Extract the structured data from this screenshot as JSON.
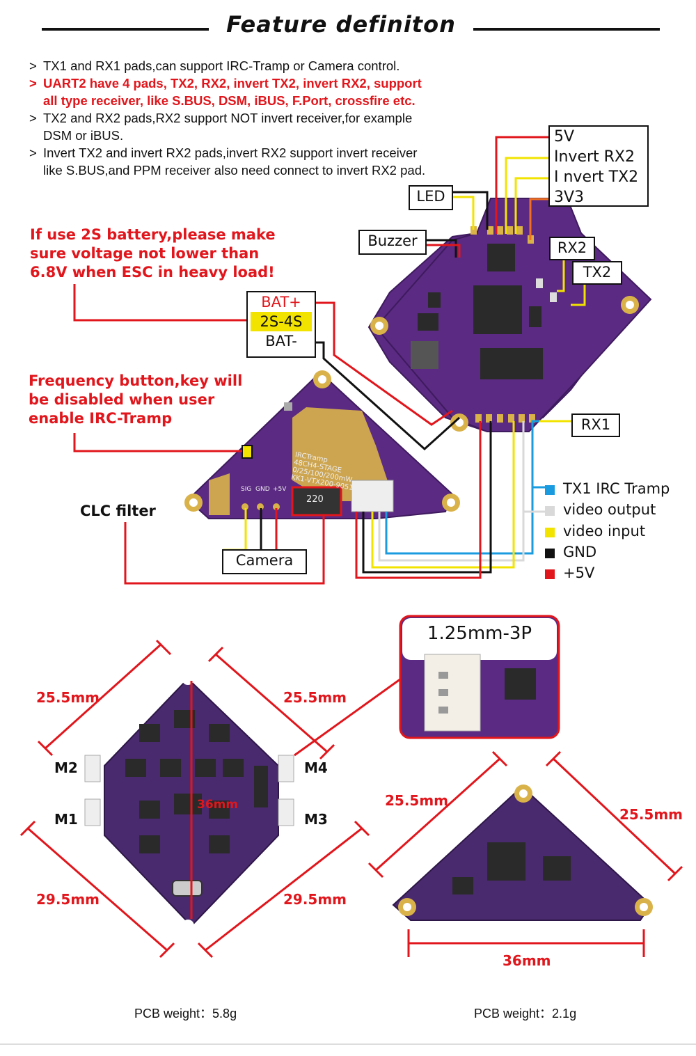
{
  "title": "Feature definiton",
  "notes": [
    {
      "marker": ">",
      "lines": [
        "TX1 and RX1 pads,can support IRC-Tramp or Camera control."
      ],
      "highlight": false
    },
    {
      "marker": ">",
      "lines": [
        "UART2 have 4 pads, TX2, RX2, invert TX2, invert RX2, support",
        "all type receiver, like S.BUS, DSM, iBUS, F.Port, crossfire etc."
      ],
      "highlight": true
    },
    {
      "marker": ">",
      "lines": [
        "TX2 and RX2 pads,RX2 support NOT invert receiver,for example",
        "DSM or iBUS."
      ],
      "highlight": false
    },
    {
      "marker": ">",
      "lines": [
        "Invert TX2 and invert RX2 pads,invert RX2 support invert receiver",
        "like S.BUS,and PPM receiver also need connect to invert RX2 pad."
      ],
      "highlight": false
    }
  ],
  "warning_battery": [
    "If use 2S battery,please make",
    "sure voltage not lower than",
    "6.8V when ESC in heavy load!"
  ],
  "warning_frequency": [
    "Frequency button,key will",
    "be disabled when user",
    "enable IRC-Tramp"
  ],
  "pad_box": {
    "line1": "5V",
    "line2": "Invert RX2",
    "line3": "I nvert TX2",
    "line4": "3V3"
  },
  "labels": {
    "led": "LED",
    "buzzer": "Buzzer",
    "rx2": "RX2",
    "tx2": "TX2",
    "rx1": "RX1",
    "bat_plus": "BAT+",
    "bat_range": "2S-4S",
    "bat_minus": "BAT-",
    "clc_filter": "CLC filter",
    "camera": "Camera"
  },
  "vtx_board_text": {
    "name": "IRCTramp",
    "ch": "48CH4-STAGE",
    "power": "0/25/100/200mW",
    "model": "KK1-VTX200-90515",
    "sig": "SIG",
    "gnd": "GND",
    "v5": "+5V",
    "coil": "220"
  },
  "legend": [
    {
      "label": "TX1 IRC Tramp",
      "color": "#1a9be0"
    },
    {
      "label": "video output",
      "color": "#d9d9d9"
    },
    {
      "label": "video input",
      "color": "#f2e300"
    },
    {
      "label": "GND",
      "color": "#111111"
    },
    {
      "label": "+5V",
      "color": "#e1161c"
    }
  ],
  "connector_callout": "1.25mm-3P",
  "fc_dimensions": {
    "top_left": "25.5mm",
    "top_right": "25.5mm",
    "bottom_left": "29.5mm",
    "bottom_right": "29.5mm",
    "diagonal": "36mm"
  },
  "motor_labels": {
    "m1": "M1",
    "m2": "M2",
    "m3": "M3",
    "m4": "M4"
  },
  "vtx_dimensions": {
    "left": "25.5mm",
    "right": "25.5mm",
    "bottom": "36mm"
  },
  "weights": {
    "fc": "PCB weight：5.8g",
    "vtx": "PCB weight：2.1g"
  },
  "colors": {
    "pcb": "#5b2a82",
    "pcb_dark": "#3e1a5e",
    "gold": "#d9b24a",
    "accent_red": "#e1161c"
  }
}
